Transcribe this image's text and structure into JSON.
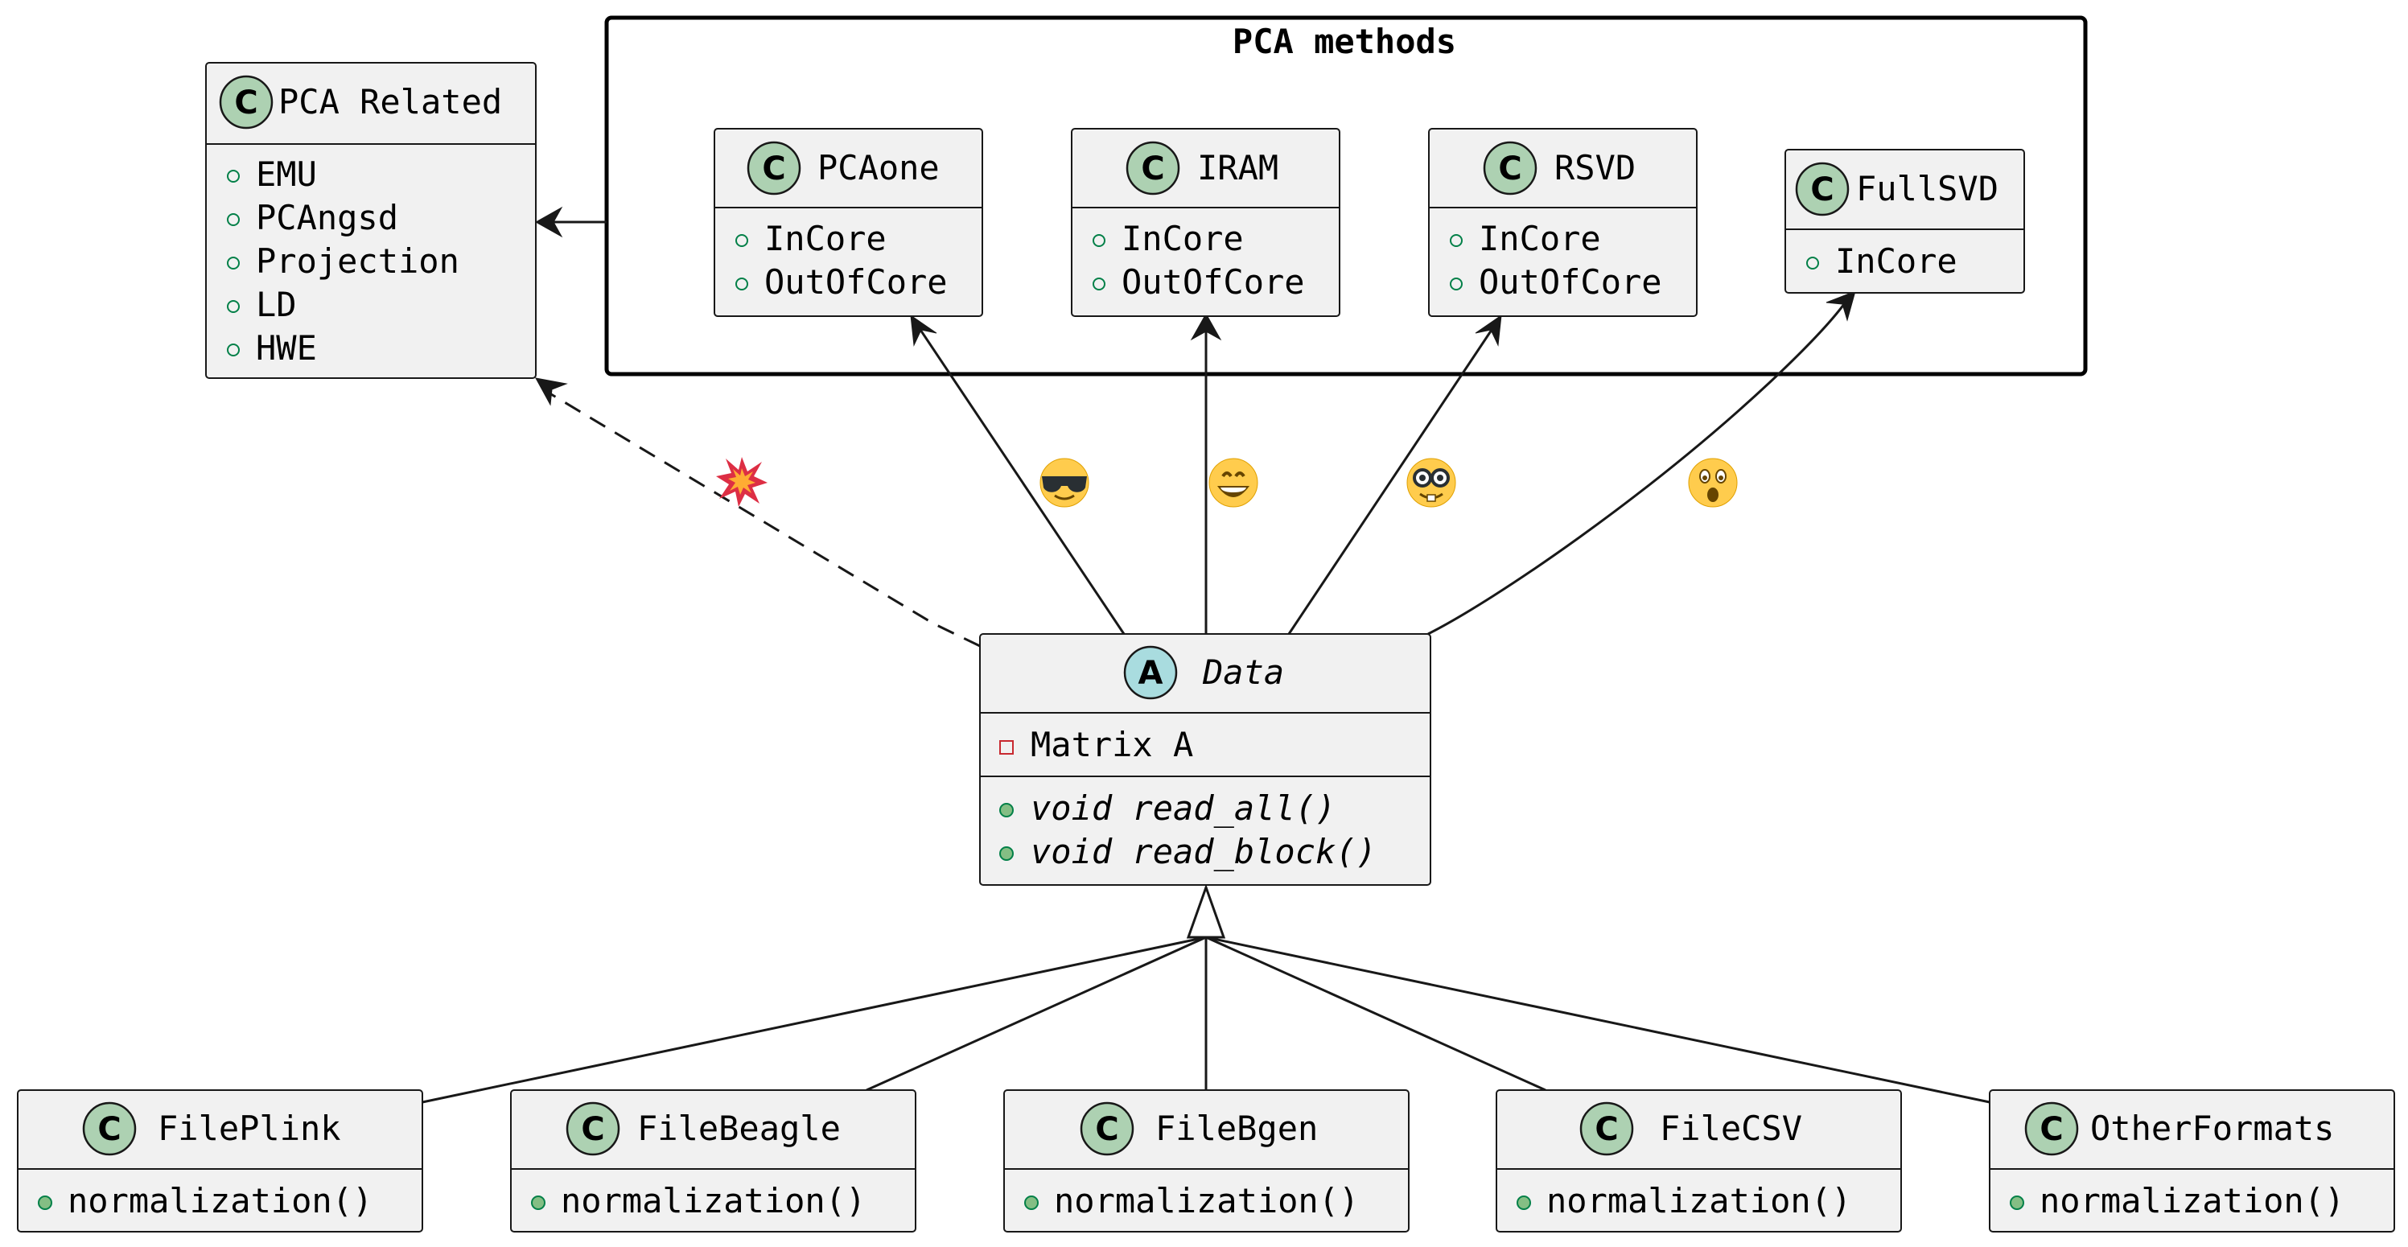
{
  "package": {
    "title": "PCA methods"
  },
  "pca_related": {
    "badge": "C",
    "name": "PCA Related",
    "fields": [
      "EMU",
      "PCAngsd",
      "Projection",
      "LD",
      "HWE"
    ]
  },
  "pca_methods": [
    {
      "badge": "C",
      "name": "PCAone",
      "fields": [
        "InCore",
        "OutOfCore"
      ]
    },
    {
      "badge": "C",
      "name": "IRAM",
      "fields": [
        "InCore",
        "OutOfCore"
      ]
    },
    {
      "badge": "C",
      "name": "RSVD",
      "fields": [
        "InCore",
        "OutOfCore"
      ]
    },
    {
      "badge": "C",
      "name": "FullSVD",
      "fields": [
        "InCore"
      ]
    }
  ],
  "data_class": {
    "badge": "A",
    "name": "Data",
    "private_fields": [
      "Matrix A"
    ],
    "methods": [
      "void read_all()",
      "void read_block()"
    ]
  },
  "file_formats": [
    {
      "badge": "C",
      "name": "FilePlink",
      "method": "normalization()"
    },
    {
      "badge": "C",
      "name": "FileBeagle",
      "method": "normalization()"
    },
    {
      "badge": "C",
      "name": "FileBgen",
      "method": "normalization()"
    },
    {
      "badge": "C",
      "name": "FileCSV",
      "method": "normalization()"
    },
    {
      "badge": "C",
      "name": "OtherFormats",
      "method": "normalization()"
    }
  ],
  "edge_labels": [
    "collision-emoji",
    "sunglasses-emoji",
    "grin-emoji",
    "nerd-emoji",
    "astonished-emoji"
  ],
  "colors": {
    "class_fill": "#f1f1f1",
    "class_badge": "#add1b2",
    "abstract_badge": "#a9dcdf",
    "public_visibility": "#038048",
    "private_visibility": "#c82930"
  }
}
